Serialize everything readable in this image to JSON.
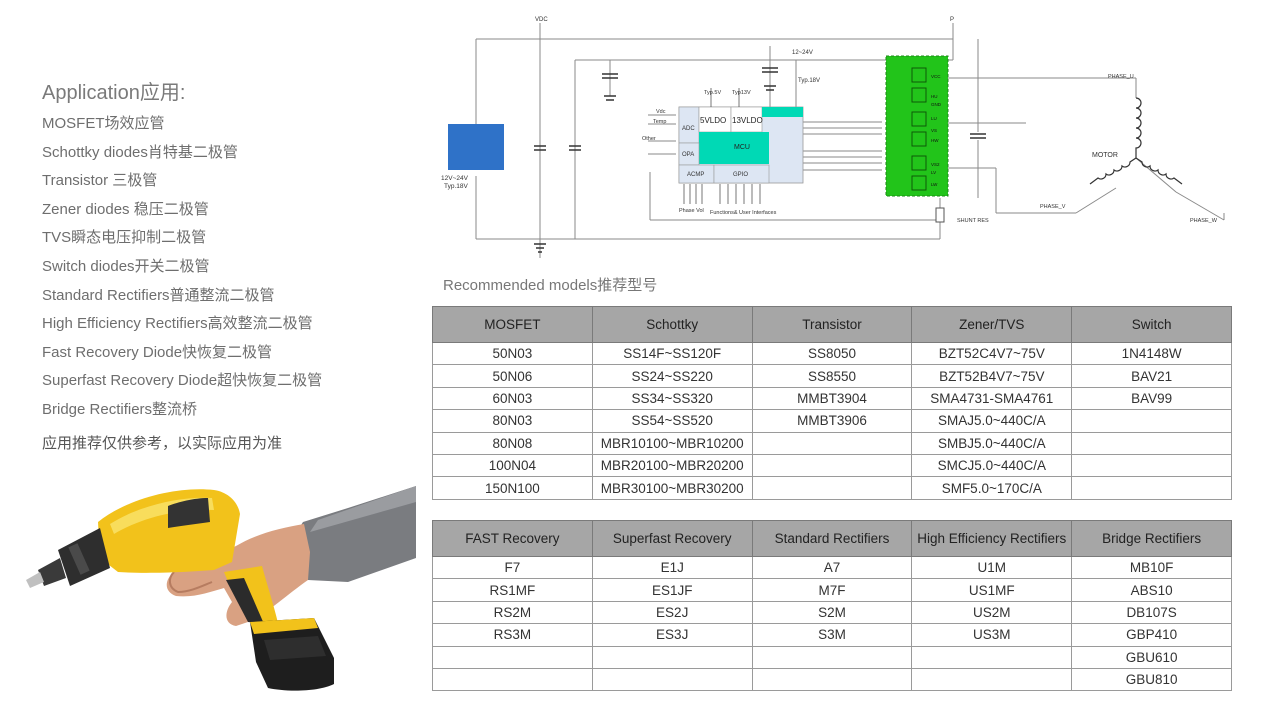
{
  "application": {
    "title": "Application应用:",
    "items": [
      "MOSFET场效应管",
      "Schottky diodes肖特基二极管",
      "Transistor 三极管",
      "Zener diodes 稳压二极管",
      "TVS瞬态电压抑制二极管",
      "Switch diodes开关二极管",
      "Standard Rectifiers普通整流二极管",
      "High Efficiency  Rectifiers高效整流二极管",
      "Fast Recovery Diode快恢复二极管",
      "Superfast Recovery Diode超快恢复二极管",
      "Bridge Rectifiers整流桥"
    ],
    "note": "应用推荐仅供参考，以实际应用为准"
  },
  "circuit": {
    "vdc": "VDC",
    "p": "P",
    "supply": "12~24V",
    "typ18": "Typ.18V",
    "battery_line1": "12V~24V",
    "battery_line2": "Typ.18V",
    "typ5v": "Typ.5V",
    "typ13v": "Typ13V",
    "vdc_in": "Vdc",
    "temp": "Temp",
    "other": "Other",
    "adc": "ADC",
    "ldo5": "5VLDO",
    "ldo13": "13VLDO",
    "mcu": "MCU",
    "opa": "OPA",
    "acmp": "ACMP",
    "gpio": "GPIO",
    "phase_vol": "Phase Vol",
    "functions": "Functions&  User Interfaces",
    "shunt": "SHUNT RES",
    "motor": "MOTOR",
    "phase_u": "PHASE_U",
    "phase_v": "PHASE_V",
    "phase_w": "PHASE_W",
    "gate_labels": [
      "VCC",
      "HU",
      "GND",
      "LU",
      "VS",
      "VS2",
      "LV",
      "HW",
      "LW"
    ]
  },
  "recommended_title": "Recommended models推荐型号",
  "table1": {
    "headers": [
      "MOSFET",
      "Schottky",
      "Transistor",
      "Zener/TVS",
      "Switch"
    ],
    "rows": [
      [
        "50N03",
        "SS14F~SS120F",
        "SS8050",
        "BZT52C4V7~75V",
        "1N4148W"
      ],
      [
        "50N06",
        "SS24~SS220",
        "SS8550",
        "BZT52B4V7~75V",
        "BAV21"
      ],
      [
        "60N03",
        "SS34~SS320",
        "MMBT3904",
        "SMA4731-SMA4761",
        "BAV99"
      ],
      [
        "80N03",
        "SS54~SS520",
        "MMBT3906",
        "SMAJ5.0~440C/A",
        ""
      ],
      [
        "80N08",
        "MBR10100~MBR10200",
        "",
        "SMBJ5.0~440C/A",
        ""
      ],
      [
        "100N04",
        "MBR20100~MBR20200",
        "",
        "SMCJ5.0~440C/A",
        ""
      ],
      [
        "150N100",
        "MBR30100~MBR30200",
        "",
        "SMF5.0~170C/A",
        ""
      ]
    ]
  },
  "table2": {
    "headers": [
      "FAST Recovery",
      "Superfast Recovery",
      "Standard Rectifiers",
      "High Efficiency  Rectifiers",
      "Bridge Rectifiers"
    ],
    "rows": [
      [
        "F7",
        "E1J",
        "A7",
        "U1M",
        "MB10F"
      ],
      [
        "RS1MF",
        "ES1JF",
        "M7F",
        "US1MF",
        "ABS10"
      ],
      [
        "RS2M",
        "ES2J",
        "S2M",
        "US2M",
        "DB107S"
      ],
      [
        "RS3M",
        "ES3J",
        "S3M",
        "US3M",
        "GBP410"
      ],
      [
        "",
        "",
        "",
        "",
        "GBU610"
      ],
      [
        "",
        "",
        "",
        "",
        "GBU810"
      ]
    ]
  },
  "colors": {
    "battery": "#2f72c8",
    "mcu": "#00d9b5",
    "mcu_panel": "#dde6f3",
    "driver": "#22c41a",
    "header_bg": "#a6a6a6"
  }
}
